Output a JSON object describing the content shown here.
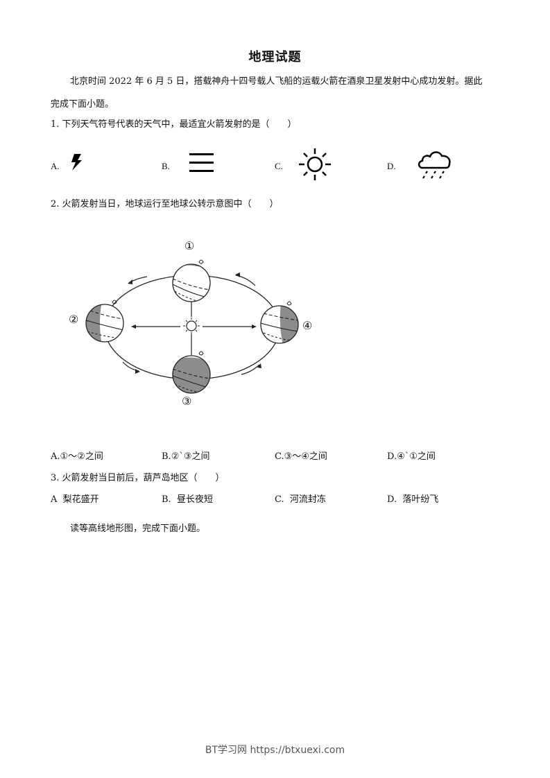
{
  "document": {
    "title": "地理试题",
    "intro_line1": "北京时间 2022 年 6 月 5 日，搭载神舟十四号载人飞船的运载火箭在酒泉卫星发射中心成功发射。据此",
    "intro_line2": "完成下面小题。"
  },
  "questions": [
    {
      "stem": "1. 下列天气符号代表的天气中，最适宜火箭发射的是（　　）",
      "options": [
        {
          "label": "A.",
          "icon": "lightning-icon"
        },
        {
          "label": "B.",
          "icon": "fog-icon"
        },
        {
          "label": "C.",
          "icon": "sun-icon"
        },
        {
          "label": "D.",
          "icon": "rain-cloud-icon"
        }
      ]
    },
    {
      "stem": "2. 火箭发射当日，地球运行至地球公转示意图中（　　）",
      "figure": {
        "positions": [
          "①",
          "②",
          "③",
          "④"
        ]
      },
      "options": [
        {
          "label": "A.",
          "text": "①～②之间"
        },
        {
          "label": "B.",
          "text": "②`③之间"
        },
        {
          "label": "C.",
          "text": "③～④之间"
        },
        {
          "label": "D.",
          "text": "④`①之间"
        }
      ]
    },
    {
      "stem": "3. 火箭发射当日前后，葫芦岛地区（　　）",
      "options": [
        {
          "label": "A",
          "text": "梨花盛开"
        },
        {
          "label": "B.",
          "text": "昼长夜短"
        },
        {
          "label": "C.",
          "text": "河流封冻"
        },
        {
          "label": "D.",
          "text": "落叶纷飞"
        }
      ]
    }
  ],
  "section2": {
    "intro": "读等高线地形图，完成下面小题。"
  },
  "footer": {
    "watermark": "BT学习网 https://btxuexi.com"
  }
}
